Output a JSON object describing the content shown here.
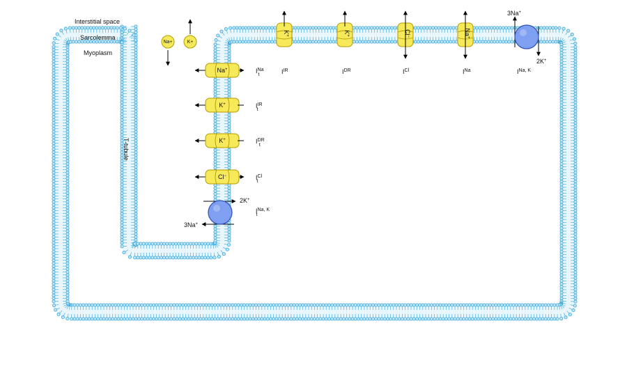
{
  "colors": {
    "membrane_head_fill": "#bfe6f7",
    "membrane_head_stroke": "#3aa6db",
    "membrane_tail": "#4bb0e0",
    "membrane_core": "#e9f6fc",
    "channel_fill": "#f6ea5a",
    "channel_stroke": "#b59a00",
    "pump_fill": "#7f9ff0",
    "pump_stroke": "#2f4fb8",
    "arrow": "#000000"
  },
  "labels": {
    "interstitial": "Interstitial space",
    "sarcolemma": "Sarcolemma",
    "myoplasm": "Myoplasm",
    "ttubule": "T-tubule"
  },
  "free_ions": {
    "na": "Na+",
    "k": "K+"
  },
  "surface": {
    "channels": [
      {
        "ion": "K",
        "sup": "+",
        "current": "I",
        "current_sub": "IR",
        "dir": "out"
      },
      {
        "ion": "K",
        "sup": "+",
        "current": "I",
        "current_sub": "DR",
        "dir": "out"
      },
      {
        "ion": "Cl",
        "sup": "−",
        "current": "I",
        "current_sub": "Cl",
        "dir": "both"
      },
      {
        "ion": "Na",
        "sup": "+",
        "current": "I",
        "current_sub": "Na",
        "dir": "both"
      }
    ],
    "pump": {
      "out_label": "3Na+",
      "in_label": "2K+",
      "current": "I",
      "current_sub": "Na, K"
    }
  },
  "tubule": {
    "channels": [
      {
        "ion": "Na",
        "sup": "+",
        "current": "I",
        "current_sub": "t",
        "current_sup": "Na"
      },
      {
        "ion": "K",
        "sup": "+",
        "current": "I",
        "current_sub": "t",
        "current_sup": "IR"
      },
      {
        "ion": "K",
        "sup": "+",
        "current": "I",
        "current_sub": "t",
        "current_sup": "DR"
      },
      {
        "ion": "Cl",
        "sup": "−",
        "current": "I",
        "current_sub": "t",
        "current_sup": "Cl"
      }
    ],
    "pump": {
      "in_label": "2K+",
      "out_label": "3Na+",
      "current": "I",
      "current_sub": "t",
      "current_sup": "Na, K"
    }
  }
}
